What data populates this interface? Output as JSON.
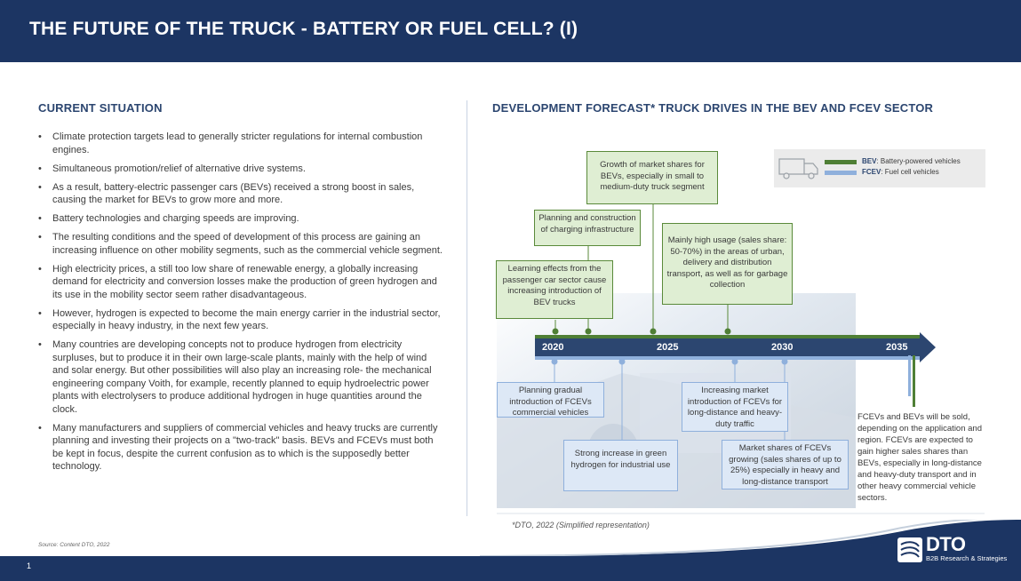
{
  "header": {
    "title": "THE FUTURE OF THE TRUCK - BATTERY OR FUEL CELL? (I)"
  },
  "left": {
    "title": "CURRENT SITUATION",
    "bullet_symbol": "•",
    "bullets": [
      "Climate protection targets lead to generally stricter regulations for internal combustion engines.",
      "Simultaneous promotion/relief of alternative drive systems.",
      "As a result, battery-electric passenger cars (BEVs) received a strong boost in sales, causing the market for BEVs to grow more and more.",
      "Battery technologies and charging speeds are improving.",
      "The resulting conditions and the speed of development of this process are gaining an increasing influence on other mobility segments, such as the commercial vehicle segment.",
      "High electricity prices, a still too low share of renewable energy, a globally increasing demand for electricity and conversion losses make the production of green hydrogen and its use in the mobility sector seem rather disadvantageous.",
      "However, hydrogen is expected to become the main energy carrier in the industrial sector, especially in heavy industry, in the next few years.",
      "Many countries are developing concepts not to produce hydrogen from electricity surpluses, but to produce it in their own large-scale plants, mainly with the help of wind and solar energy. But other possibilities will also play an increasing role- the mechanical engineering company Voith, for example, recently planned to equip hydroelectric power plants with electrolysers to produce additional hydrogen in huge quantities around the clock.",
      "Many manufacturers and suppliers of commercial vehicles and heavy trucks are currently planning and investing their projects on a \"two-track\" basis. BEVs and FCEVs must both be kept in focus, despite the current confusion as to which is the supposedly better technology."
    ],
    "source": "Source: Content DTO, 2022"
  },
  "right": {
    "title": "DEVELOPMENT FORECAST* TRUCK DRIVES IN THE BEV AND FCEV SECTOR",
    "years": [
      "2020",
      "2025",
      "2030",
      "2035"
    ],
    "bev_boxes": [
      "Growth of market shares for BEVs, especially in small to medium-duty truck segment",
      "Planning and construction of charging infrastructure",
      "Mainly high usage (sales share: 50-70%) in the areas of urban, delivery and distribution transport, as well as for garbage collection",
      "Learning effects from the passenger car sector cause increasing introduction of BEV trucks"
    ],
    "fcev_boxes": [
      "Planning gradual introduction of FCEVs commercial vehicles",
      "Increasing market introduction of FCEVs for long-distance and heavy-duty traffic",
      "Strong increase in green hydrogen for industrial use",
      "Market shares of FCEVs growing (sales shares of up to 25%) especially in heavy and long-distance transport"
    ],
    "note": "FCEVs and BEVs will be sold, depending on the application and region. FCEVs are expected to gain higher sales shares than BEVs, especially in long-distance and heavy-duty transport and in other heavy commercial vehicle sectors.",
    "legend": {
      "bev_abbr": "BEV",
      "bev_desc": ": Battery-powered vehicles",
      "fcev_abbr": "FCEV",
      "fcev_desc": ": Fuel cell vehicles",
      "bev_color": "#4f7f35",
      "fcev_color": "#8fb0dc",
      "icon": "truck-icon"
    },
    "footnote": "*DTO, 2022 (Simplified representation)"
  },
  "footer": {
    "page_number": "1",
    "logo_text": "DTO",
    "logo_sub": "B2B Research & Strategies",
    "color": "#1c3563"
  }
}
